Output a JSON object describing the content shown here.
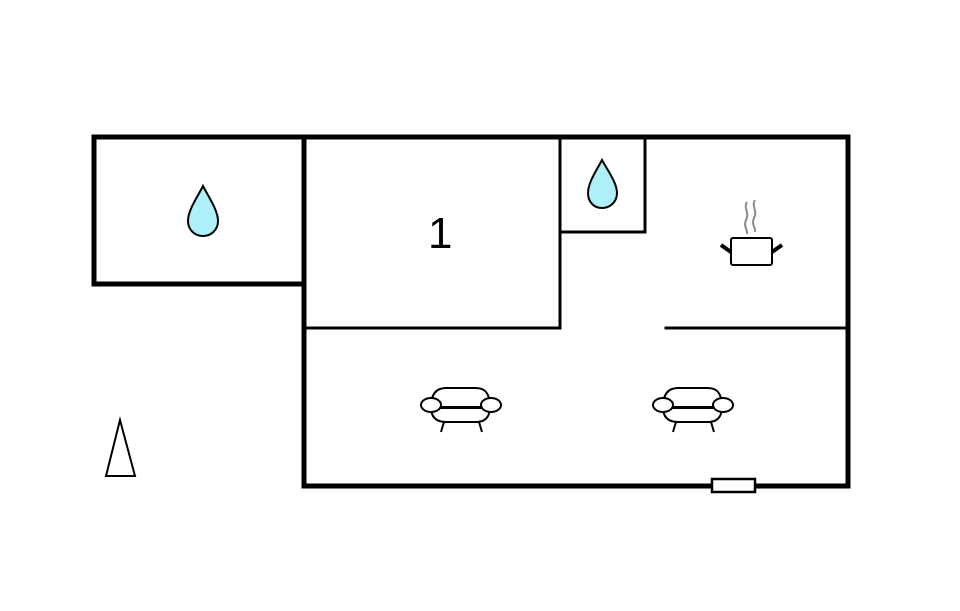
{
  "floorplan": {
    "background": "#ffffff",
    "wall_color": "#000000",
    "water_color": "#aef0f8",
    "steam_color": "#8a8a8a",
    "rooms": [
      {
        "id": "bathroom-left",
        "icon": "water-drop-icon"
      },
      {
        "id": "bedroom-1",
        "label": "1"
      },
      {
        "id": "bathroom-small",
        "icon": "water-drop-icon"
      },
      {
        "id": "kitchen",
        "icon": "cooking-pot-icon"
      },
      {
        "id": "living-room",
        "icons": [
          "sofa-icon",
          "sofa-icon"
        ]
      }
    ],
    "door": {
      "position": "bottom-wall",
      "icon": "door-icon"
    },
    "compass": {
      "icon": "north-arrow-icon"
    }
  }
}
